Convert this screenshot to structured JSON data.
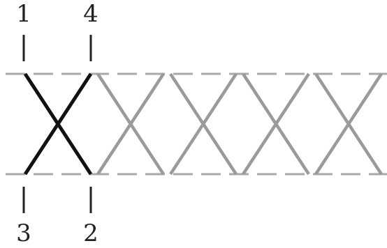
{
  "labels": {
    "top_left": "1",
    "top_right": "4",
    "bottom_left": "3",
    "bottom_right": "2"
  },
  "colors": {
    "highlight": "#111111",
    "faded": "#9a9a9a",
    "dashed_rail": "#a8a8a8",
    "tick": "#222222",
    "background": "#ffffff"
  },
  "crossings": {
    "count": 5,
    "highlighted_index": 0
  }
}
